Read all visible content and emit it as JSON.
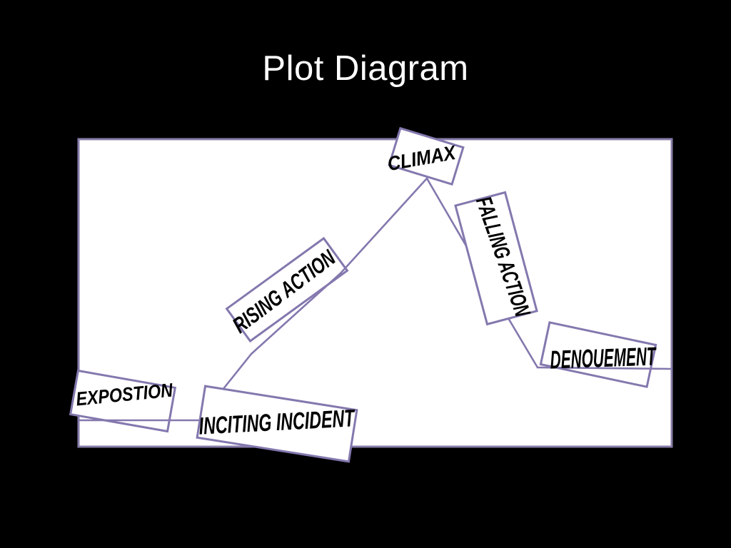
{
  "slide": {
    "title": "Plot Diagram",
    "colors": {
      "background": "#000000",
      "panel_fill": "#ffffff",
      "panel_border": "#877ca9",
      "box_border": "#8478ae",
      "line": "#8478ae",
      "label_text": "#000000",
      "title_text": "#ffffff"
    },
    "labels": {
      "exposition": "EXPOSTION",
      "inciting_incident": "INCITING INCIDENT",
      "rising_action": "RISING ACTION",
      "climax": "CLIMAX",
      "falling_action": "FALLING ACTION",
      "denouement": "DENOUEMENT"
    }
  }
}
